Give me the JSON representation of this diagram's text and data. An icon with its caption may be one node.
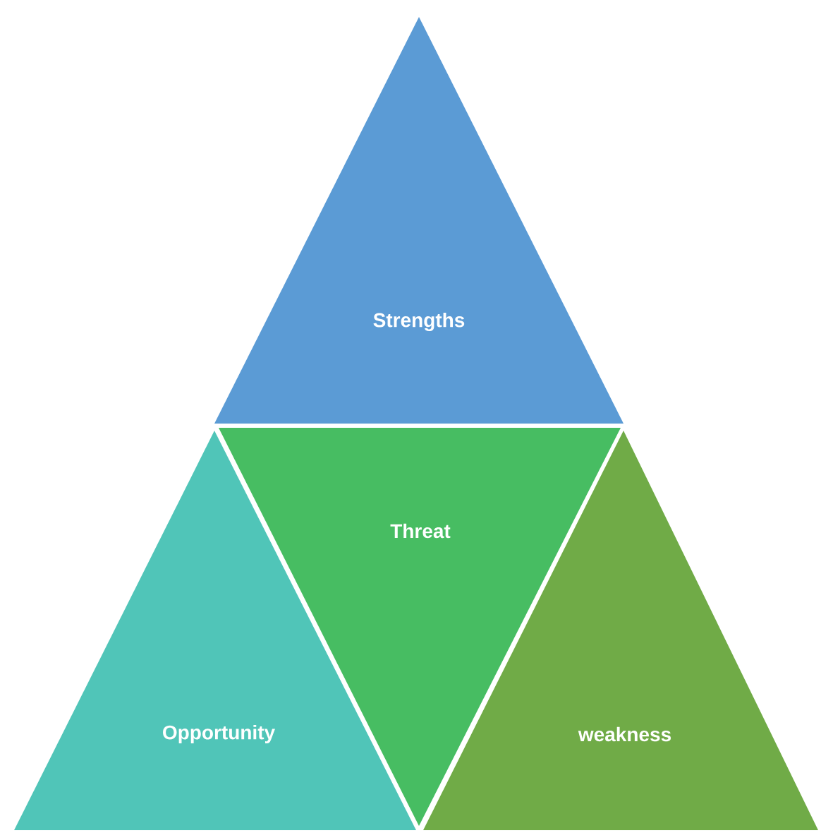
{
  "diagram": {
    "nodes": [
      {
        "text": [
          "Strengths"
        ]
      },
      {
        "text": [
          "Opportunity"
        ]
      },
      {
        "text": [
          "Threat"
        ]
      },
      {
        "text": [
          "weakness"
        ]
      }
    ]
  }
}
